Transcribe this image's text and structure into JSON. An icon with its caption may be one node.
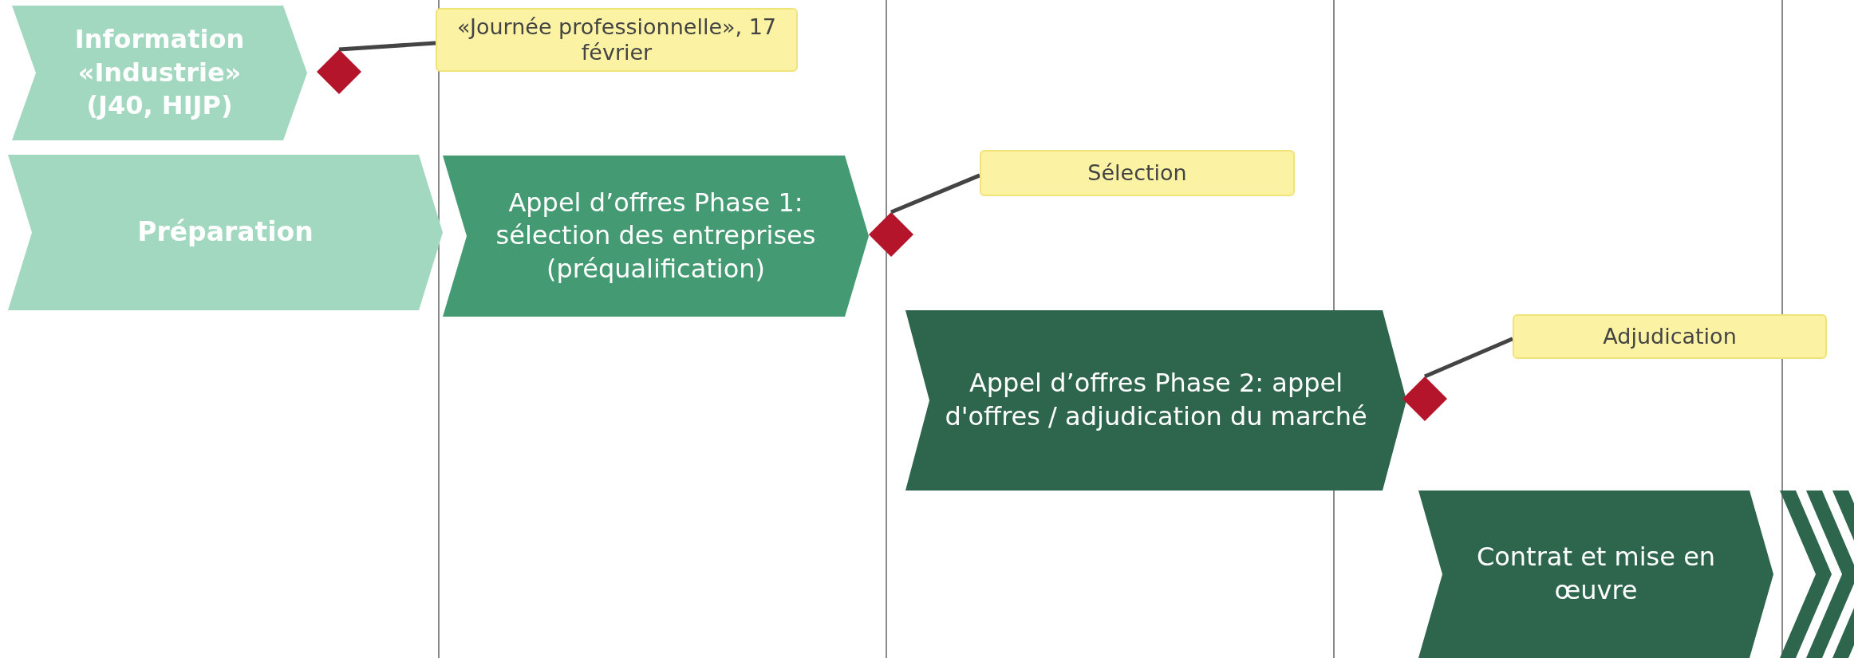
{
  "diagram": {
    "nodes": [
      {
        "text": [
          "Information «Industrie» (J40, HIJP)"
        ]
      },
      {
        "text": [],
        "shape": "diamond"
      },
      {
        "text": [
          "«Journée professionnelle», 17 février"
        ]
      },
      {
        "text": [
          "Préparation"
        ]
      },
      {
        "text": [
          "Appel d’offres Phase 1: sélection des entreprises (préqualification)"
        ]
      },
      {
        "text": [],
        "shape": "diamond"
      },
      {
        "text": [
          "Sélection"
        ]
      },
      {
        "text": [
          "Appel d’offres Phase 2: appel d'offres / adjudication du marché"
        ]
      },
      {
        "text": [],
        "shape": "diamond"
      },
      {
        "text": [
          "Adjudication"
        ]
      },
      {
        "text": [
          "Contrat et mise en œuvre"
        ]
      }
    ],
    "edges": [
      {
        "from": 2,
        "to": 1,
        "arrow": "none"
      },
      {
        "from": 6,
        "to": 5,
        "arrow": "none"
      },
      {
        "from": 9,
        "to": 8,
        "arrow": "none"
      }
    ]
  }
}
